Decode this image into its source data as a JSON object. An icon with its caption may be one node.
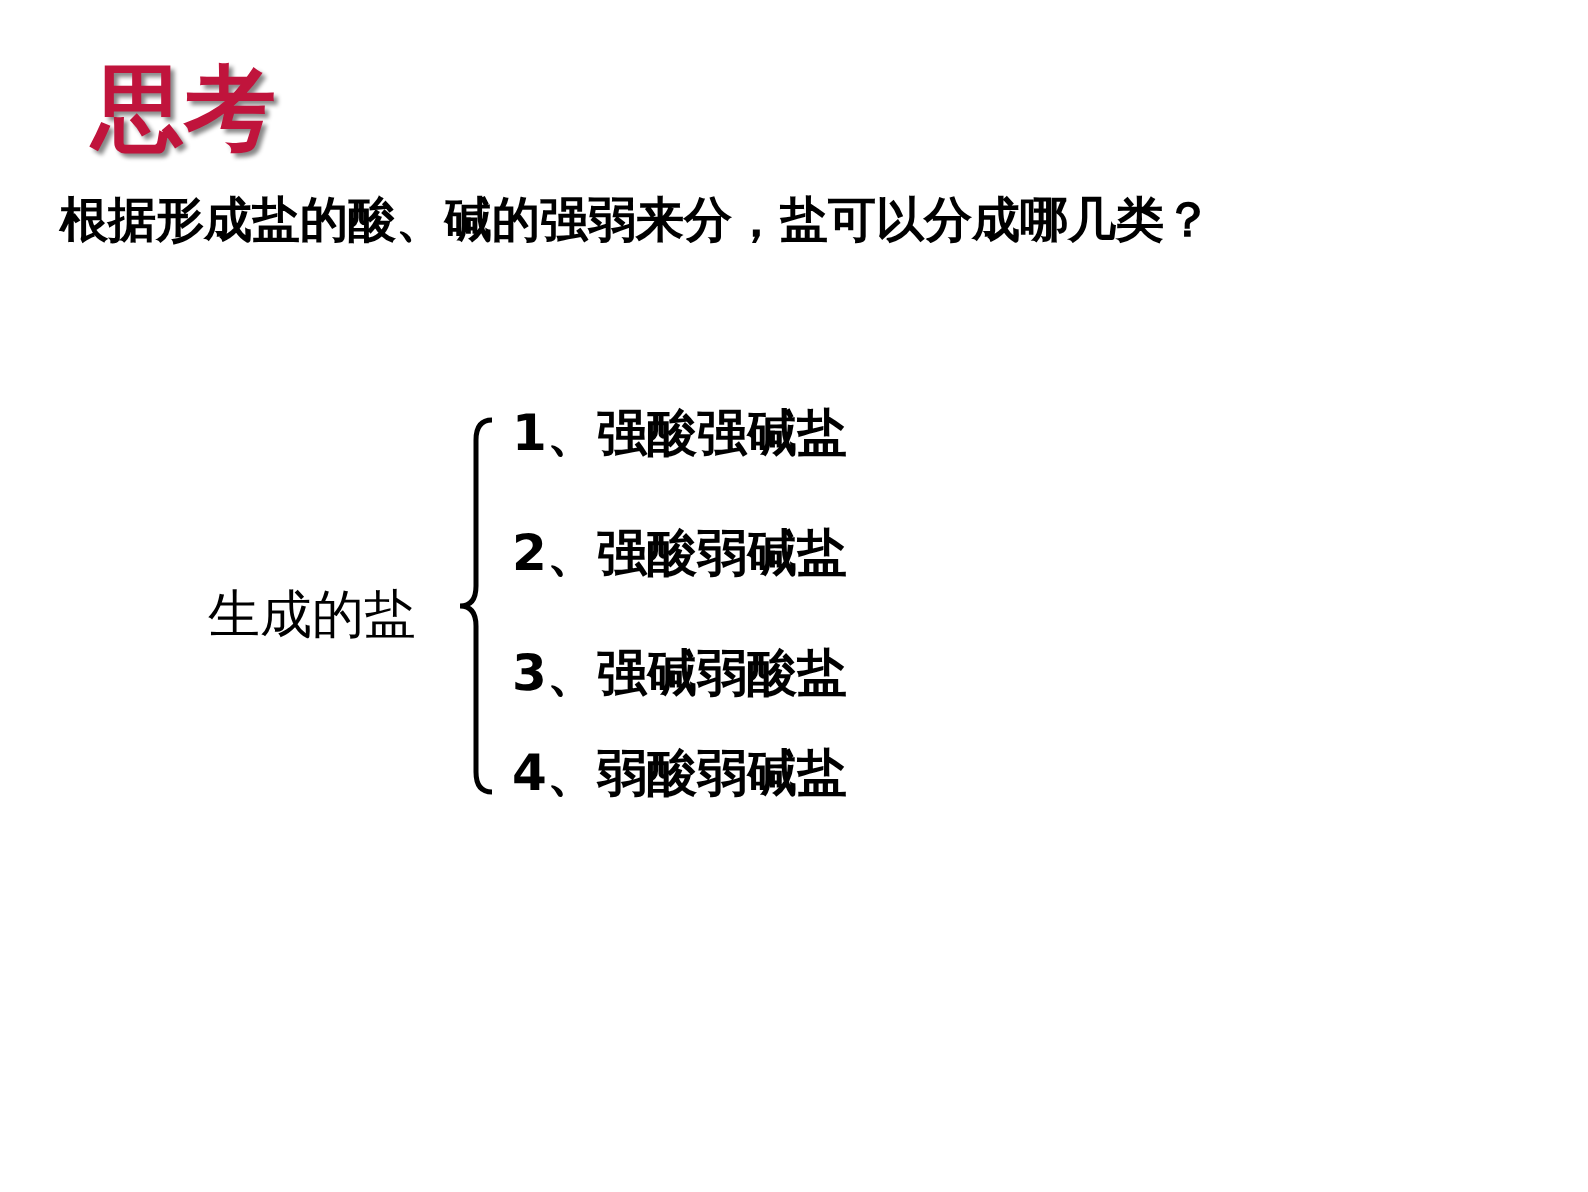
{
  "diagram": {
    "title": "思考",
    "labels": [
      "根据形成盐的酸、碱的强弱来分，盐可以分成哪几类？",
      "生成的盐",
      "1、强酸强碱盐",
      "2、强酸弱碱盐",
      "3、强碱弱酸盐",
      "4、弱酸弱碱盐"
    ]
  }
}
